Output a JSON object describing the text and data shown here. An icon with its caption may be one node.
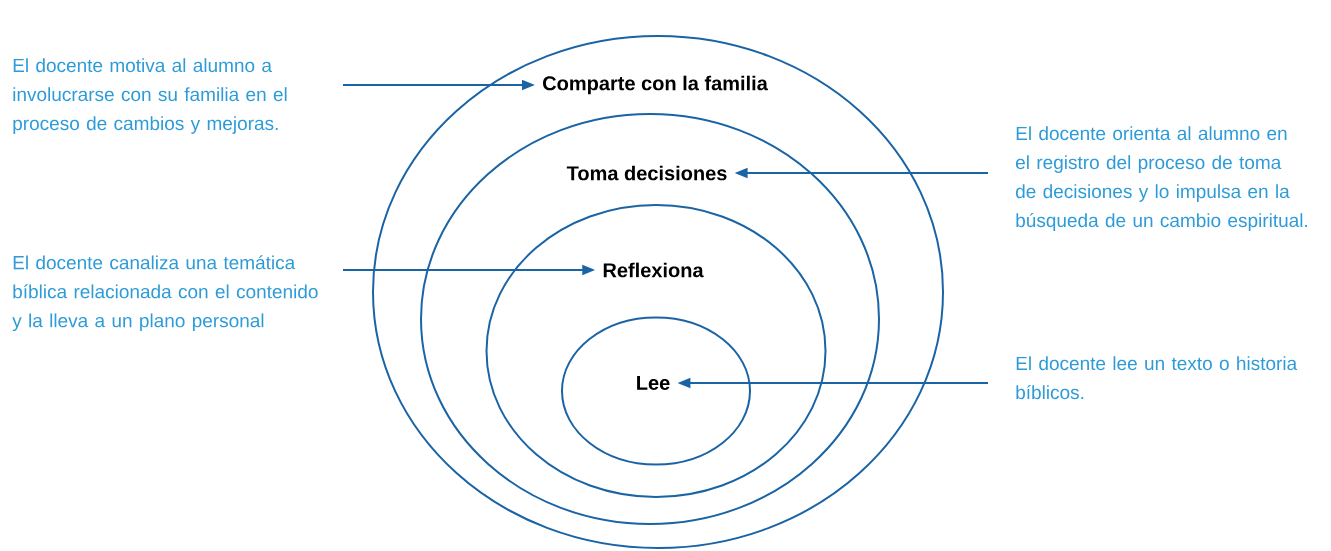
{
  "diagram": {
    "nodes": [
      {
        "text": [
          "Comparte con la familia"
        ]
      },
      {
        "text": [
          "Toma decisiones"
        ],
        "in": 0
      },
      {
        "text": [
          "Reflexiona"
        ],
        "in": 1
      },
      {
        "text": [
          "Lee"
        ],
        "in": 2
      },
      {
        "text": [
          "El docente motiva al alumno a involucrarse con su familia en el proceso de cambios y mejoras."
        ]
      },
      {
        "text": [
          "El docente orienta al alumno en el registro del proceso de toma de decisiones y lo impulsa en la búsqueda de un cambio espiritual."
        ]
      },
      {
        "text": [
          "El docente canaliza una temática bíblica relacionada con el contenido y la lleva a un plano personal"
        ]
      },
      {
        "text": [
          "El docente lee un texto o historia bíblicos."
        ]
      }
    ],
    "edges": [
      {
        "from": 4,
        "to": 0,
        "arrow": "to"
      },
      {
        "from": 5,
        "to": 1,
        "arrow": "to"
      },
      {
        "from": 6,
        "to": 2,
        "arrow": "to"
      },
      {
        "from": 7,
        "to": 3,
        "arrow": "to"
      }
    ]
  }
}
